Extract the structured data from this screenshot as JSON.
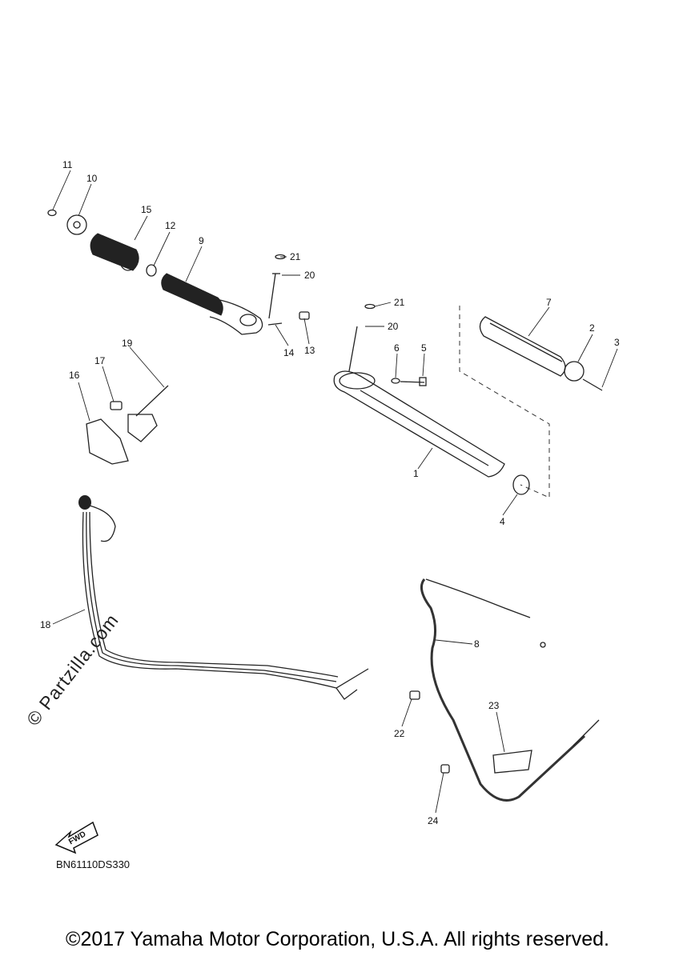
{
  "callouts": {
    "c1": "1",
    "c2": "2",
    "c3": "3",
    "c4": "4",
    "c5": "5",
    "c6": "6",
    "c7": "7",
    "c8": "8",
    "c9": "9",
    "c10": "10",
    "c11": "11",
    "c12": "12",
    "c13": "13",
    "c14": "14",
    "c15": "15",
    "c16": "16",
    "c17": "17",
    "c18": "18",
    "c19": "19",
    "c20a": "20",
    "c20b": "20",
    "c21a": "21",
    "c21b": "21",
    "c22": "22",
    "c23": "23",
    "c24": "24"
  },
  "fwd_label": "FWD",
  "watermark": "© Partzilla.com",
  "catalog_code": "BN61110DS330",
  "copyright": "©2017 Yamaha Motor Corporation, U.S.A. All rights reserved."
}
